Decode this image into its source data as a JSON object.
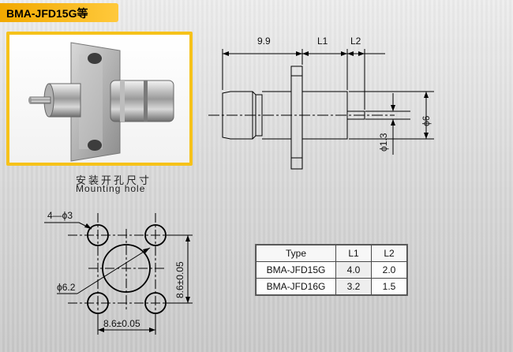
{
  "title": "BMA-JFD15G等",
  "photo_caption": {
    "cn": "安装开孔尺寸",
    "en": "Mounting hole"
  },
  "side_view": {
    "dim_length": "9.9",
    "dim_l1": "L1",
    "dim_l2": "L2",
    "dim_pin_diameter": "ϕ1.3",
    "dim_body_diameter": "ϕ6"
  },
  "mounting_hole": {
    "hole_count_label": "4—ϕ3",
    "center_hole_label": "ϕ6.2",
    "vertical_spacing_label": "8.6±0.05",
    "horizontal_spacing_label": "8.6±0.05"
  },
  "spec_table": {
    "headers": [
      "Type",
      "L1",
      "L2"
    ],
    "rows": [
      [
        "BMA-JFD15G",
        "4.0",
        "2.0"
      ],
      [
        "BMA-JFD16G",
        "3.2",
        "1.5"
      ]
    ]
  },
  "colors": {
    "title_bar": "#f2a900",
    "photo_frame": "#f6c21a",
    "line": "#000000"
  }
}
